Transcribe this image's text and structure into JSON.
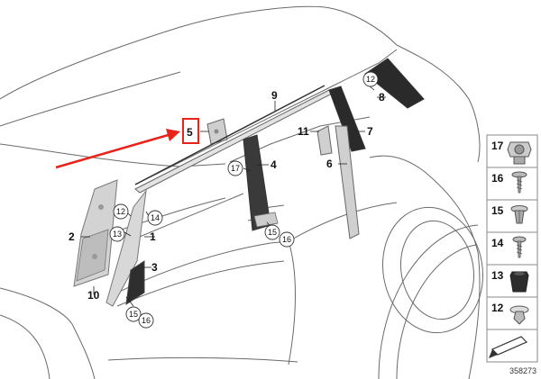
{
  "diagram": {
    "diagram_id": "358273",
    "callouts": [
      {
        "id": "c1",
        "label": "1"
      },
      {
        "id": "c2",
        "label": "2"
      },
      {
        "id": "c3",
        "label": "3"
      },
      {
        "id": "c4",
        "label": "4"
      },
      {
        "id": "c5",
        "label": "5",
        "highlighted": true
      },
      {
        "id": "c6",
        "label": "6"
      },
      {
        "id": "c7",
        "label": "7"
      },
      {
        "id": "c8",
        "label": "8"
      },
      {
        "id": "c9",
        "label": "9"
      },
      {
        "id": "c10",
        "label": "10"
      },
      {
        "id": "c11",
        "label": "11"
      }
    ],
    "circled_callouts": [
      {
        "id": "k12a",
        "label": "12"
      },
      {
        "id": "k14",
        "label": "14"
      },
      {
        "id": "k13",
        "label": "13"
      },
      {
        "id": "k15a",
        "label": "15"
      },
      {
        "id": "k16a",
        "label": "16"
      },
      {
        "id": "k17",
        "label": "17"
      },
      {
        "id": "k15b",
        "label": "15"
      },
      {
        "id": "k16b",
        "label": "16"
      },
      {
        "id": "k12b",
        "label": "12"
      }
    ],
    "legend": [
      {
        "label": "17",
        "icon": "expanding-nut-icon"
      },
      {
        "label": "16",
        "icon": "screw-icon"
      },
      {
        "label": "15",
        "icon": "expanding-rivet-icon"
      },
      {
        "label": "14",
        "icon": "screw-icon"
      },
      {
        "label": "13",
        "icon": "grommet-icon"
      },
      {
        "label": "12",
        "icon": "clip-icon"
      }
    ],
    "colors": {
      "arrow": "#e8231a",
      "highlight_box": "#e8231a",
      "line": "#555555",
      "part_fill": "#cccccc",
      "part_dark": "#666666"
    }
  }
}
